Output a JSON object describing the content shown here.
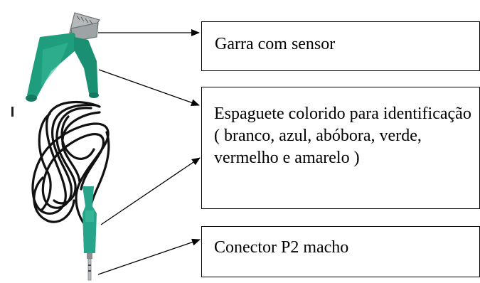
{
  "labels": {
    "sensor_clip": "Garra com sensor",
    "colored_sleeve": "Espaguete colorido para identificação ( branco, azul, abóbora, verde, vermelho e amarelo )",
    "connector": "Conector P2 macho"
  },
  "colors": {
    "clip_metal": "#a9aeb1",
    "clip_boot": "#1f9e7e",
    "cable": "#101010",
    "sleeve": "#27a58a",
    "arrow": "#000000",
    "box_border": "#000000"
  },
  "icons": {
    "photo": "sensor-cable-photo"
  }
}
